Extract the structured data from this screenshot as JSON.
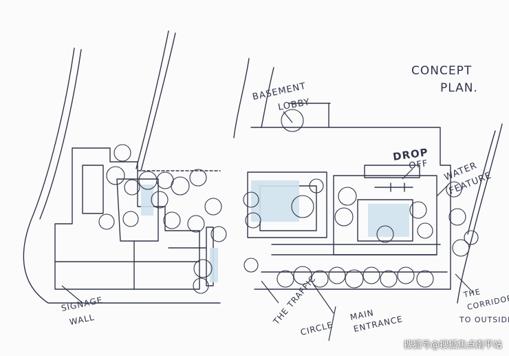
{
  "labels": {
    "concept_plan_line1": "CONCEPT",
    "concept_plan_line2": "PLAN.",
    "basement_lobby_line1": "BASEMENT",
    "basement_lobby_line2": "LOBBY",
    "drop_off_line1": "DROP",
    "drop_off_line2": "OFF",
    "water_feature_line1": "WATER",
    "water_feature_line2": "FEATURE",
    "signage_wall_line1": "SIGNAGE",
    "signage_wall_line2": "WALL",
    "traffic_circle_line1": "THE TRAFFIC",
    "traffic_circle_line2": "CIRCLE",
    "main_entrance_line1": "MAIN",
    "main_entrance_line2": "ENTRANCE",
    "corridor_line1": "THE",
    "corridor_line2": "CORRIDOR",
    "corridor_line3": "TO OUTSIDE"
  },
  "watermark": "搜狐号@搜狐焦点南平站",
  "colors": {
    "ink": "#2f3448",
    "water_blue": "#cfe2ee",
    "paper": "#fbfbfc"
  }
}
